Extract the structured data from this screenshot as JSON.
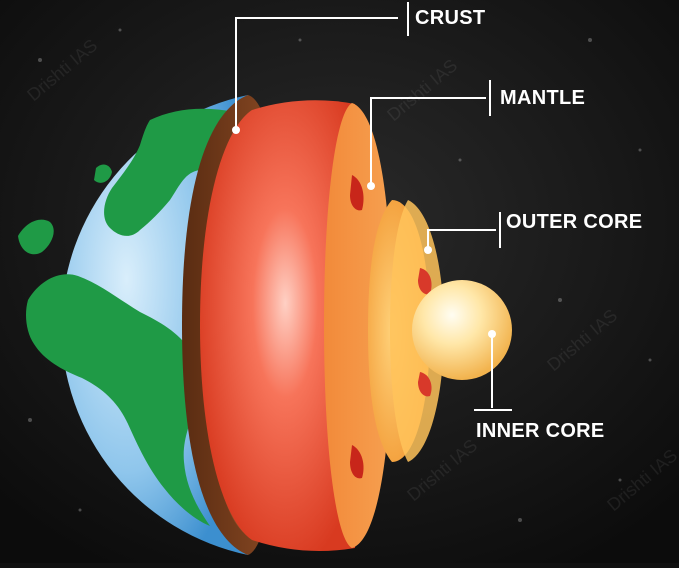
{
  "labels": {
    "crust": "CRUST",
    "mantle": "MANTLE",
    "outer_core": "OUTER CORE",
    "inner_core": "INNER CORE"
  },
  "watermark": "Drishti IAS",
  "colors": {
    "background": "#111111",
    "ocean": "#8fc6ec",
    "land": "#1f9a46",
    "crust": "#6e3a1c",
    "mantle": "#ef4a2c",
    "outer_core": "#f4922e",
    "inner_core": "#ffd98a",
    "leader_line": "#ffffff"
  }
}
